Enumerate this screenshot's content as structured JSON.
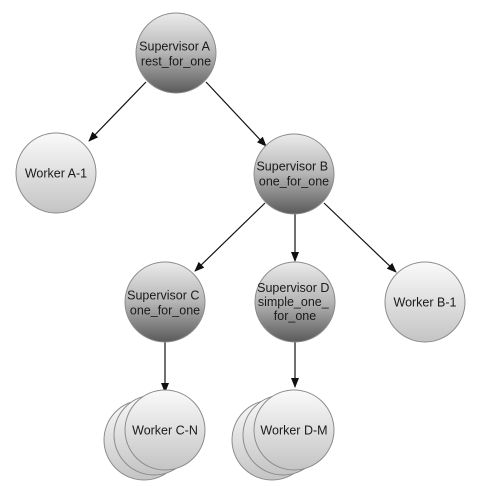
{
  "nodes": {
    "supervisor_a": {
      "lines": [
        "Supervisor A",
        "rest_for_one"
      ]
    },
    "worker_a1": {
      "lines": [
        "Worker A-1"
      ]
    },
    "supervisor_b": {
      "lines": [
        "Supervisor B",
        "one_for_one"
      ]
    },
    "supervisor_c": {
      "lines": [
        "Supervisor C",
        "one_for_one"
      ]
    },
    "supervisor_d": {
      "lines": [
        "Supervisor D",
        "simple_one_",
        "for_one"
      ]
    },
    "worker_b1": {
      "lines": [
        "Worker B-1"
      ]
    },
    "worker_cn": {
      "lines": [
        "Worker C-N"
      ]
    },
    "worker_dm": {
      "lines": [
        "Worker D-M"
      ]
    }
  },
  "colors": {
    "supervisor_light": "#ebebeb",
    "supervisor_dark": "#5a5a5a",
    "worker_light": "#fafafa",
    "worker_dark": "#c4c4c4",
    "edge": "#111111"
  }
}
